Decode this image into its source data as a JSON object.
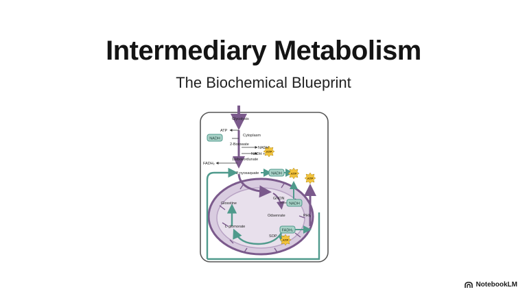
{
  "slide": {
    "title": "Intermediary Metabolism",
    "subtitle": "The Biochemical Blueprint"
  },
  "diagram": {
    "labels": {
      "glycolysis": "Glycolysis",
      "atp_left": "ATP",
      "cytoplasm": "Cytoplasm",
      "nadh_box_1": "NADH",
      "two_ketoacid": "2-Botowate",
      "nadh_right": "NADH",
      "nadh_plus": "NADH +",
      "atp_badge_1": "ATP",
      "fadh_left": "FADH₂",
      "acetyl": "1/ebovordunate",
      "two_nyosaquate": "2-nyosaquate",
      "nadh_box_2": "NADH",
      "atp_badge_2": "ATP",
      "atp_badge_3": "ATP",
      "gnon": "GNON",
      "nadh_box_3": "NADH",
      "glosstine": "Glosstine",
      "odsenrate": "Odsenrate",
      "phi": "PHI₃",
      "l_glomorate": "L-glomorate",
      "fadh_box": "FADH₂",
      "sop": "SOP",
      "atp_badge_4": "ATP"
    },
    "colors": {
      "purple": "#7b5a8c",
      "purple_light": "#b8a3c4",
      "purple_fill": "#d9cce0",
      "teal": "#4f9a8c",
      "teal_fill": "#a9d2c8",
      "gold": "#f2c33c",
      "outline": "#555555"
    }
  },
  "brand": {
    "name": "NotebookLM",
    "icon": "notebooklm-logo-icon"
  }
}
